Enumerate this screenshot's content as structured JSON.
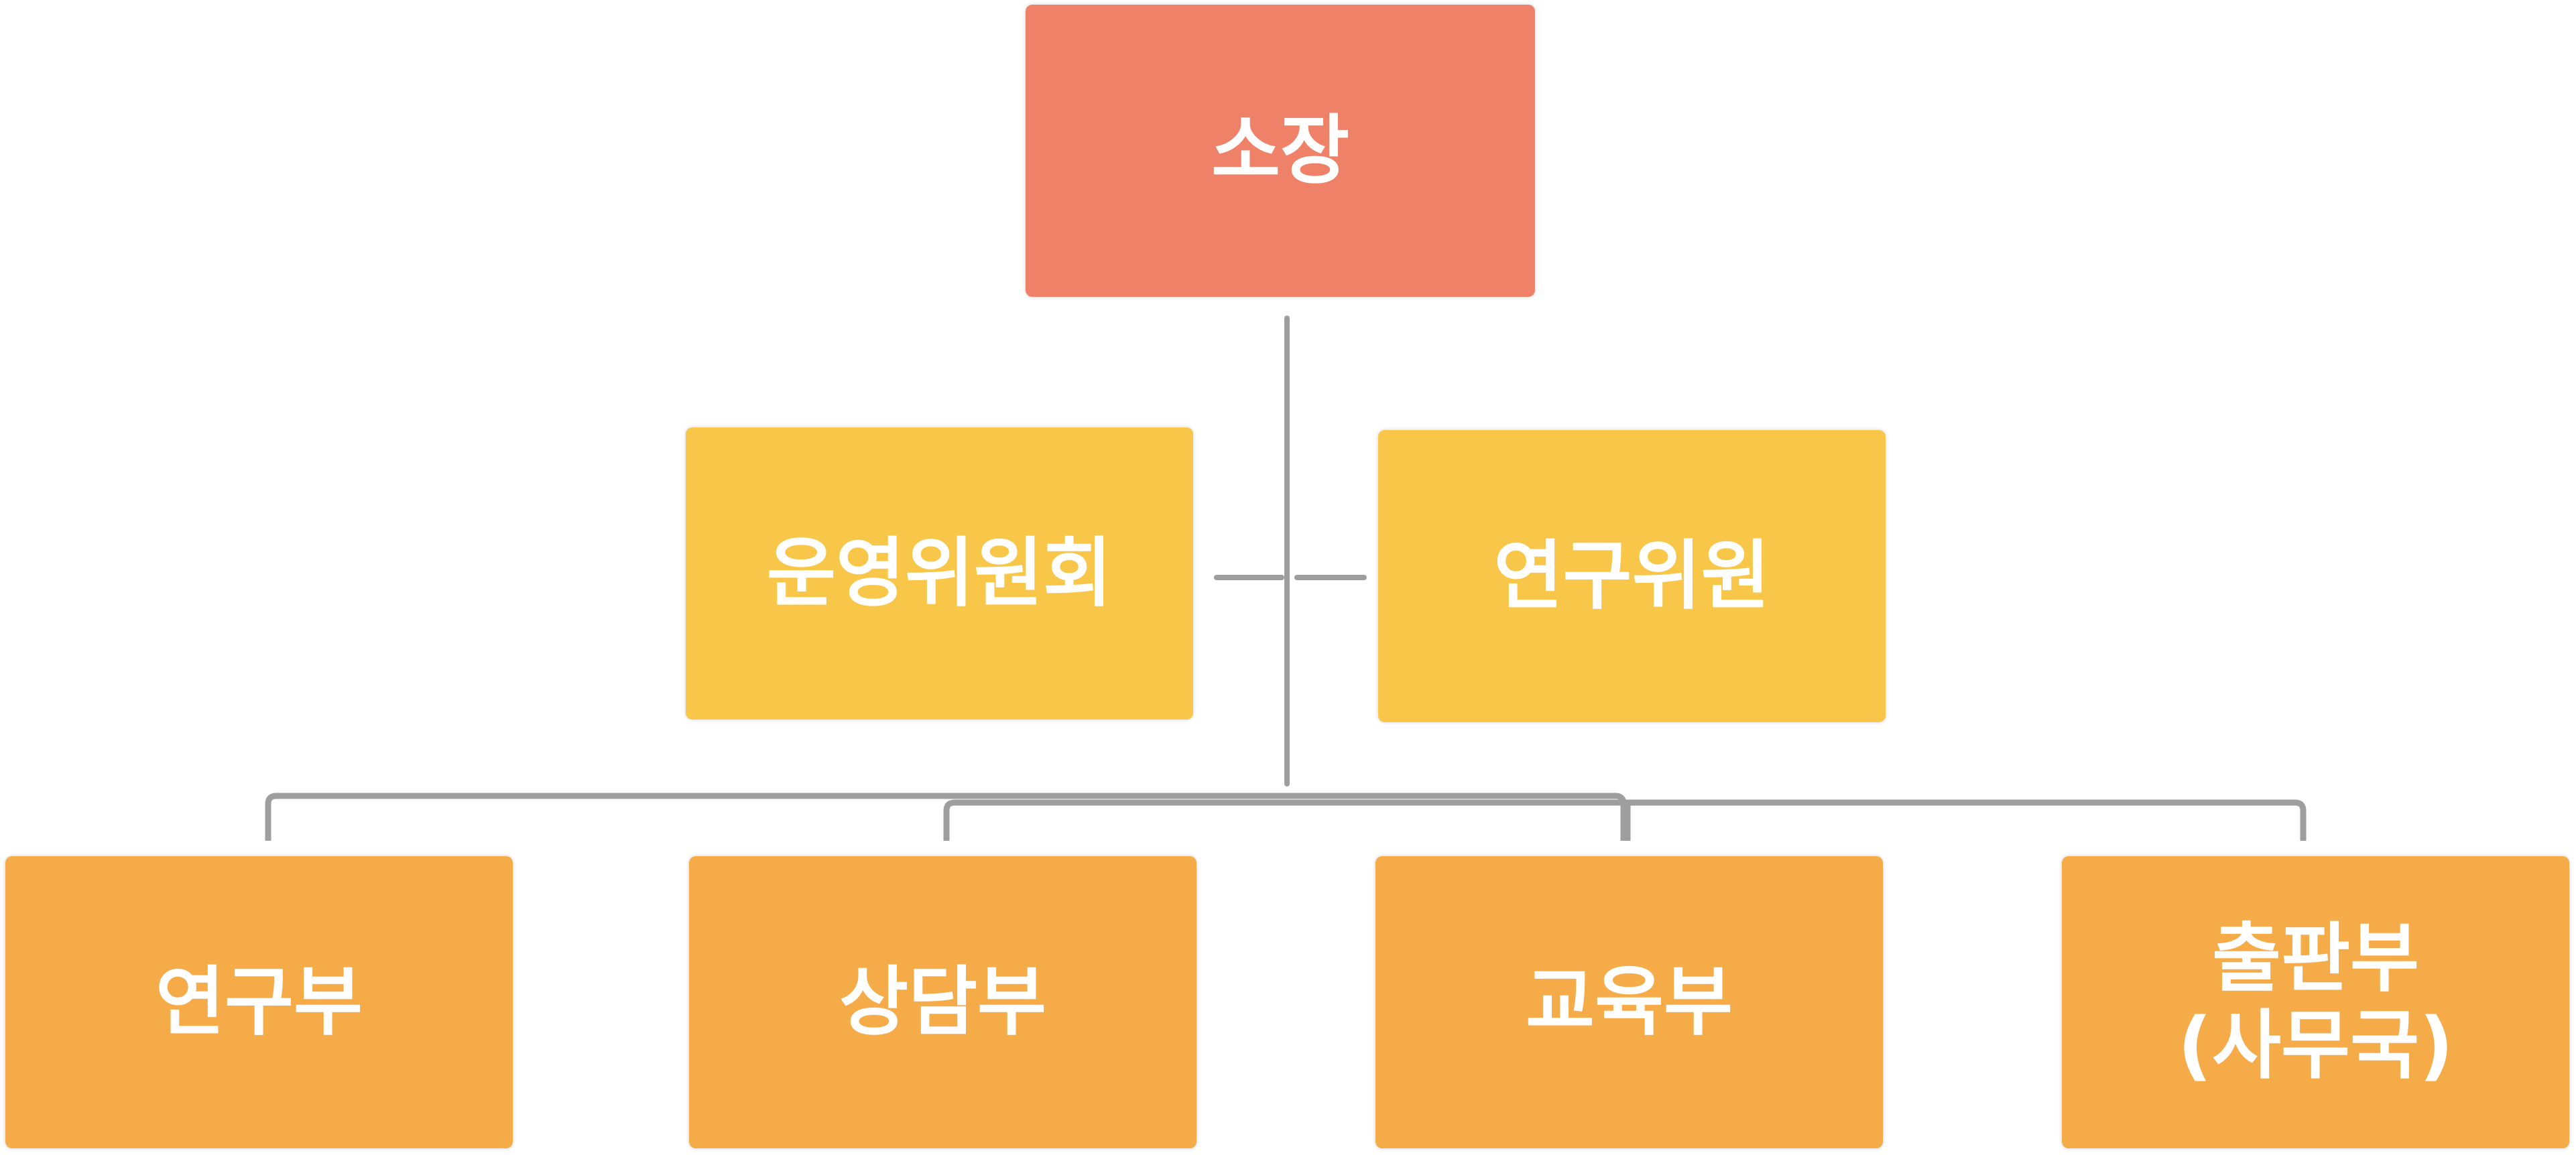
{
  "diagram": {
    "title": "조직도",
    "top": {
      "label": "소장",
      "color": "#ef8169"
    },
    "middle": [
      {
        "label": "운영위원회",
        "color": "#f8c74a"
      },
      {
        "label": "연구위원",
        "color": "#f8c74a"
      }
    ],
    "bottom": [
      {
        "label": "연구부",
        "color": "#f5ab48"
      },
      {
        "label": "상담부",
        "color": "#f5ab48"
      },
      {
        "label": "교육부",
        "color": "#f5ab48"
      },
      {
        "label_line1": "출판부",
        "label_line2": "(사무국)",
        "color": "#f5ab48"
      }
    ],
    "connector_color": "#9e9e9e"
  }
}
